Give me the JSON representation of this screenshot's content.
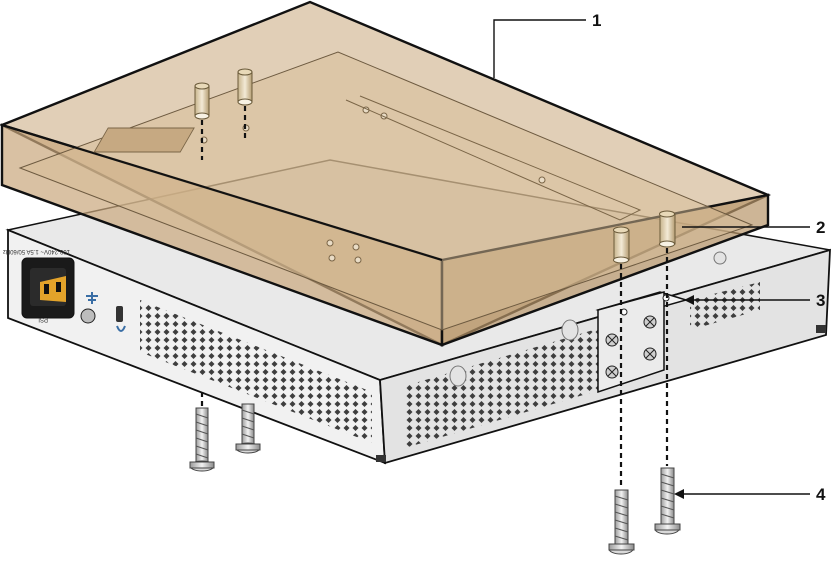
{
  "figure": {
    "callouts": [
      {
        "number": "1",
        "part": "shelf-or-surface"
      },
      {
        "number": "2",
        "part": "standoff"
      },
      {
        "number": "3",
        "part": "bracket"
      },
      {
        "number": "4",
        "part": "screw"
      }
    ],
    "device_panel": {
      "power_label": "PSI",
      "rating_text": "100-240V~ 1.5A 50/60Hz"
    },
    "colors": {
      "shelf_fill": "#c9a77c",
      "chassis_light": "#eeeeee",
      "chassis_dark": "#d8d8d8",
      "outline": "#111111"
    }
  }
}
